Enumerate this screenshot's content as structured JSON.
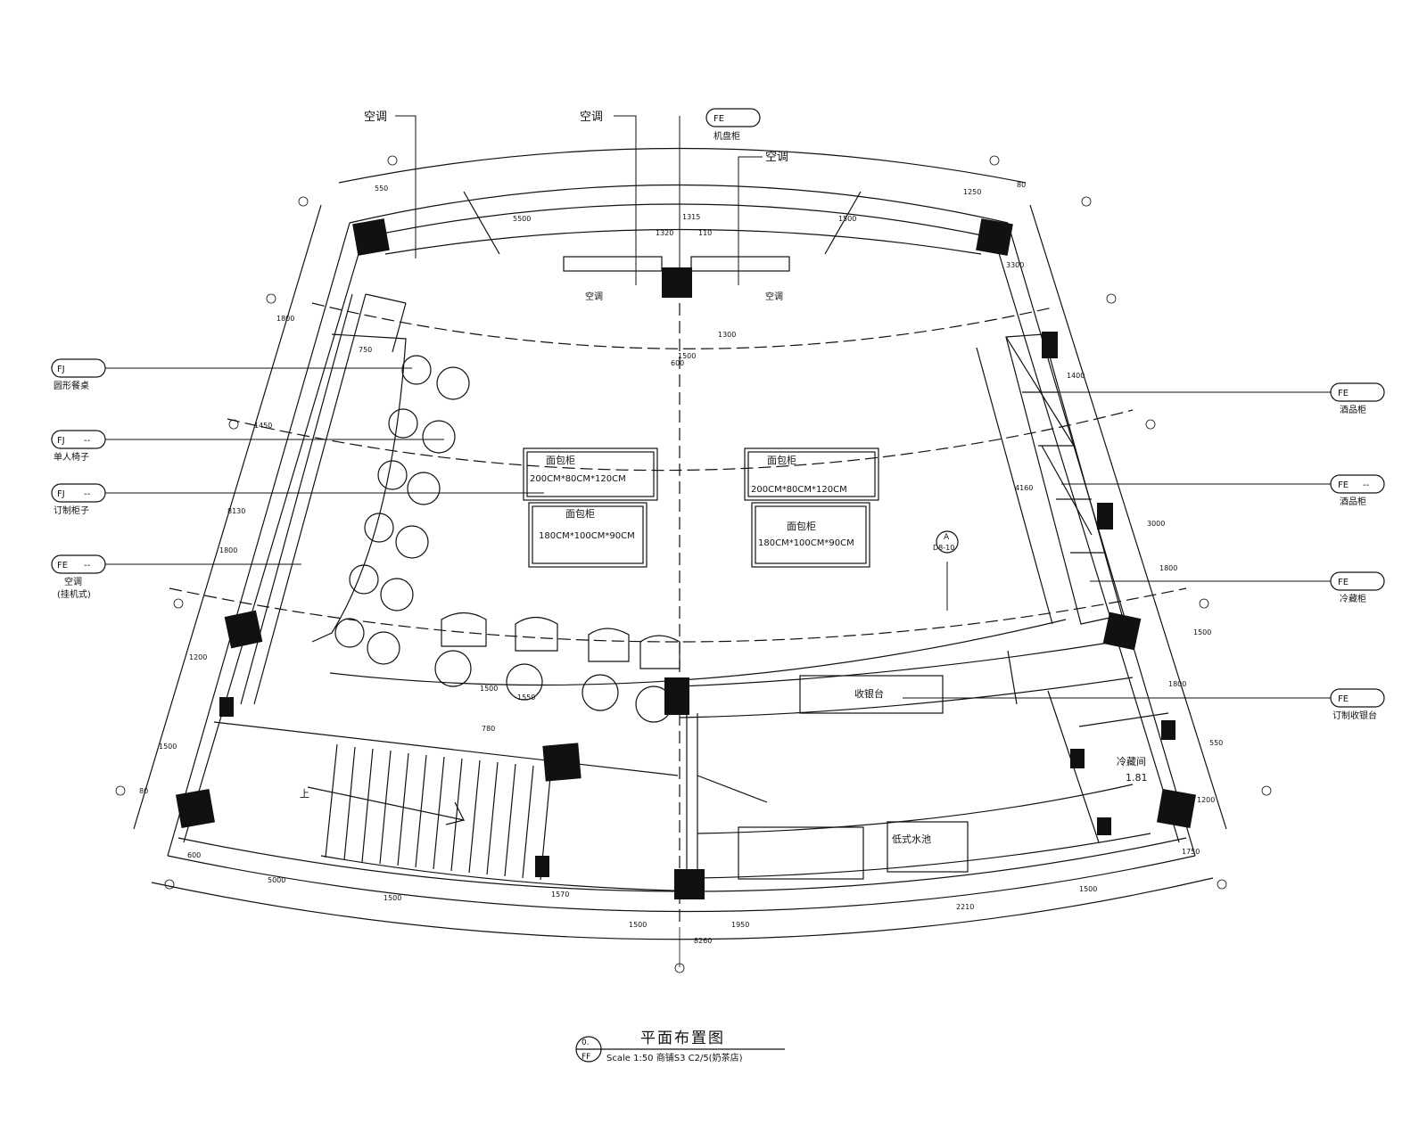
{
  "callouts": {
    "top_left": "空调",
    "top_center": "空调",
    "top_right": "空调",
    "top_tag": "FE",
    "top_tag_label": "机盘柜",
    "window_left": "空调",
    "window_right": "空调"
  },
  "left_tags": [
    {
      "code": "FJ",
      "suffix": "",
      "label": "圆形餐桌"
    },
    {
      "code": "FJ",
      "suffix": "--",
      "label": "单人椅子"
    },
    {
      "code": "FJ",
      "suffix": "--",
      "label": "订制柜子"
    },
    {
      "code": "FE",
      "suffix": "--",
      "label": "空调",
      "sub": "(挂机式)"
    }
  ],
  "right_tags": [
    {
      "code": "FE",
      "suffix": "",
      "label": "酒品柜"
    },
    {
      "code": "FE",
      "suffix": "--",
      "label": "酒品柜"
    },
    {
      "code": "FE",
      "suffix": "",
      "label": "冷藏柜"
    },
    {
      "code": "FE",
      "suffix": "",
      "label": "订制收银台"
    }
  ],
  "display_boxes": [
    {
      "name": "面包柜",
      "size": "200CM*80CM*120CM"
    },
    {
      "name": "面包柜",
      "size": "180CM*100CM*90CM"
    },
    {
      "name": "面包柜",
      "size": "200CM*80CM*120CM"
    },
    {
      "name": "面包柜",
      "size": "180CM*100CM*90CM"
    }
  ],
  "labels": {
    "cashier": "收银台",
    "changing_room": "冷藏间",
    "room_area": "1.81",
    "sink": "低式水池",
    "up": "上",
    "section_mark": "A",
    "section_ref": "D8-10"
  },
  "dimensions": [
    "550",
    "5500",
    "1320",
    "1315",
    "110",
    "1500",
    "1250",
    "80",
    "1500",
    "750",
    "1450",
    "1800",
    "1200",
    "1500",
    "1500",
    "1550",
    "780",
    "1500",
    "550",
    "4160",
    "1400",
    "3000",
    "8130",
    "1300",
    "1570",
    "1500",
    "1500",
    "1950",
    "8260",
    "2210",
    "1500",
    "600",
    "5000",
    "600",
    "1750",
    "1800",
    "1800",
    "1200",
    "3300",
    "1800",
    "80"
  ],
  "title": {
    "circle_top": "0.",
    "circle_bottom": "FF",
    "main": "平面布置图",
    "sub": "Scale 1:50 商铺S3 C2/5(奶茶店)"
  }
}
